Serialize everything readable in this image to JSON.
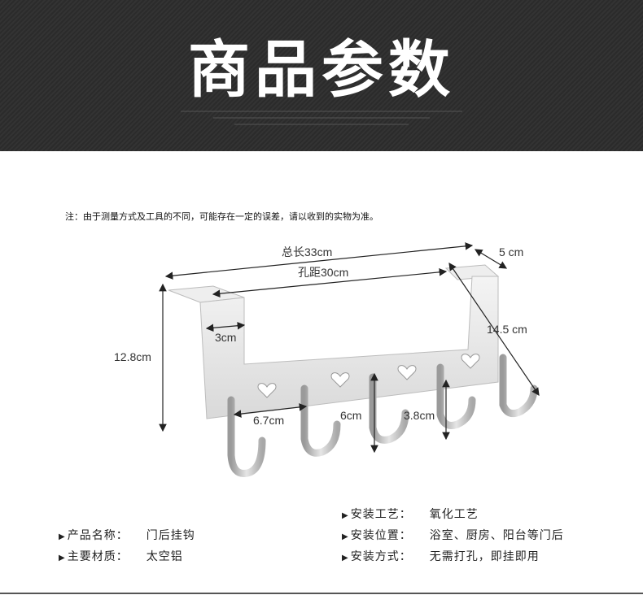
{
  "header": {
    "title": "商品参数"
  },
  "note": "注：由于测量方式及工具的不同，可能存在一定的误差，请以收到的实物为准。",
  "dimensions": {
    "total_length": "总长33cm",
    "hole_distance": "孔距30cm",
    "depth": "5 cm",
    "hook_height": "14.5 cm",
    "height": "12.8cm",
    "top_width": "3cm",
    "hook_spacing": "6.7cm",
    "hook_length": "6cm",
    "plate_height": "3.8cm"
  },
  "specs_left": [
    {
      "label": "产品名称：",
      "value": "门后挂钩"
    },
    {
      "label": "主要材质：",
      "value": "太空铝"
    }
  ],
  "specs_right": [
    {
      "label": "安装工艺：",
      "value": "氧化工艺"
    },
    {
      "label": "安装位置：",
      "value": "浴室、厨房、阳台等门后"
    },
    {
      "label": "安装方式：",
      "value": "无需打孔，即挂即用"
    }
  ],
  "icons": {
    "bullet": "triangle-right-icon"
  },
  "colors": {
    "banner": "#2e2e2e",
    "title": "#ffffff",
    "hook": "#c8c8c8"
  }
}
